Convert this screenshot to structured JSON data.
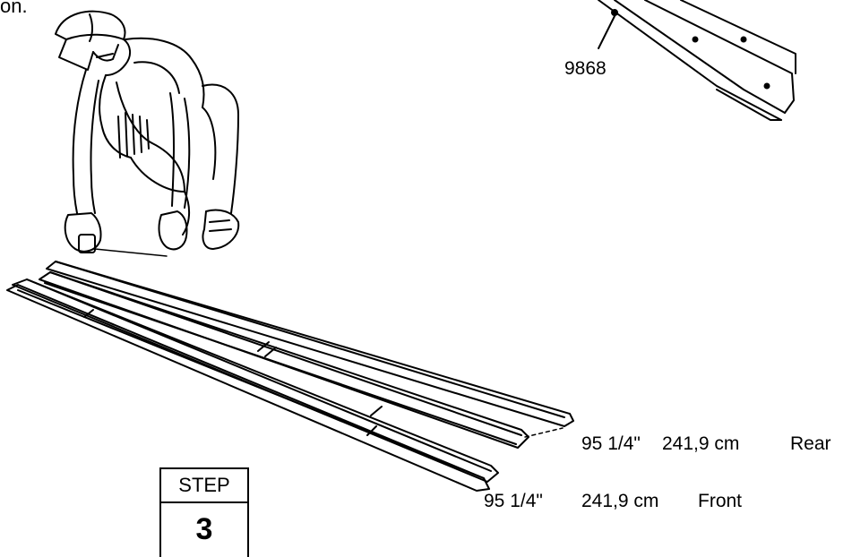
{
  "fragment_text": "on.",
  "part_number": "9868",
  "rear_label": {
    "inches": "95 1/4\"",
    "cm": "241,9 cm",
    "position": "Rear"
  },
  "front_label": {
    "inches": "95 1/4\"",
    "cm": "241,9 cm",
    "position": "Front"
  },
  "step": {
    "heading": "STEP",
    "number": "3"
  }
}
